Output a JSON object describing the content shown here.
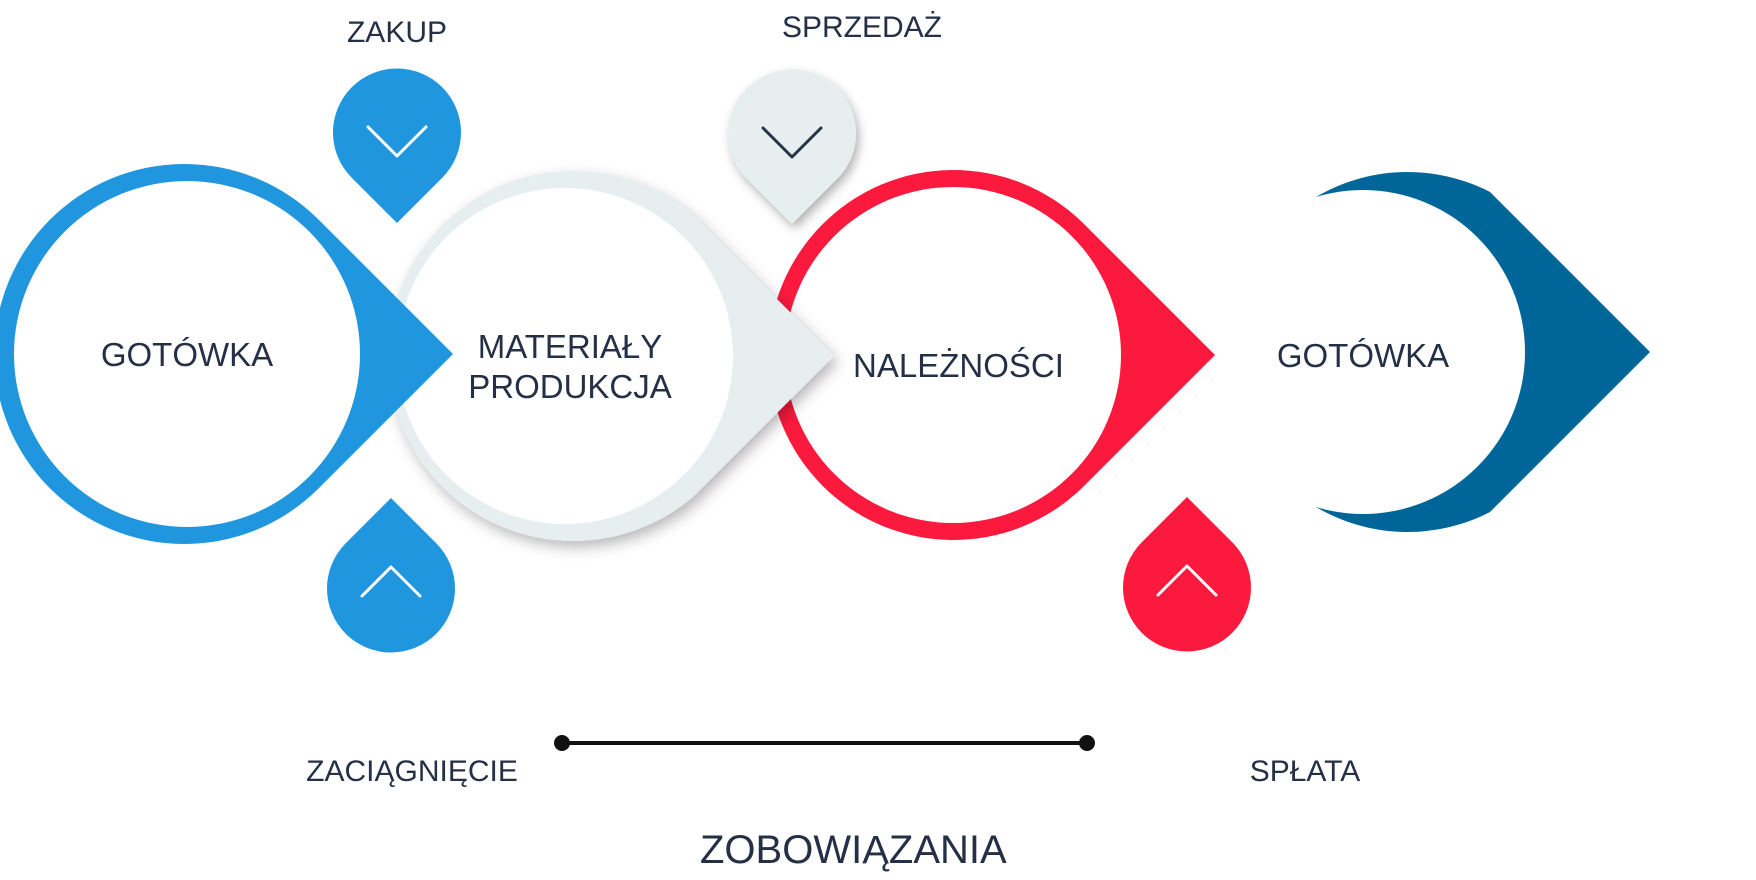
{
  "colors": {
    "blue": "#2096df",
    "light_gray": "#e6eef0",
    "red": "#fb1a3e",
    "dark_blue": "#006699",
    "text": "#253046"
  },
  "steps": [
    {
      "label_line1": "GOTÓWKA",
      "label_line2": "",
      "color": "blue"
    },
    {
      "label_line1": "MATERIAŁY",
      "label_line2": "PRODUKCJA",
      "color": "light_gray"
    },
    {
      "label_line1": "NALEŻNOŚCI",
      "label_line2": "",
      "color": "red"
    },
    {
      "label_line1": "GOTÓWKA",
      "label_line2": "",
      "color": "dark_blue"
    }
  ],
  "markers": [
    {
      "label": "ZAKUP",
      "icon": "chevron-down-icon",
      "color": "blue"
    },
    {
      "label": "SPRZEDAŻ",
      "icon": "chevron-down-icon",
      "color": "light_gray"
    },
    {
      "label": "ZACIĄGNIĘCIE",
      "icon": "chevron-up-icon",
      "color": "blue"
    },
    {
      "label": "SPŁATA",
      "icon": "chevron-up-icon",
      "color": "red"
    }
  ],
  "liabilities": {
    "label": "ZOBOWIĄZANIA"
  }
}
